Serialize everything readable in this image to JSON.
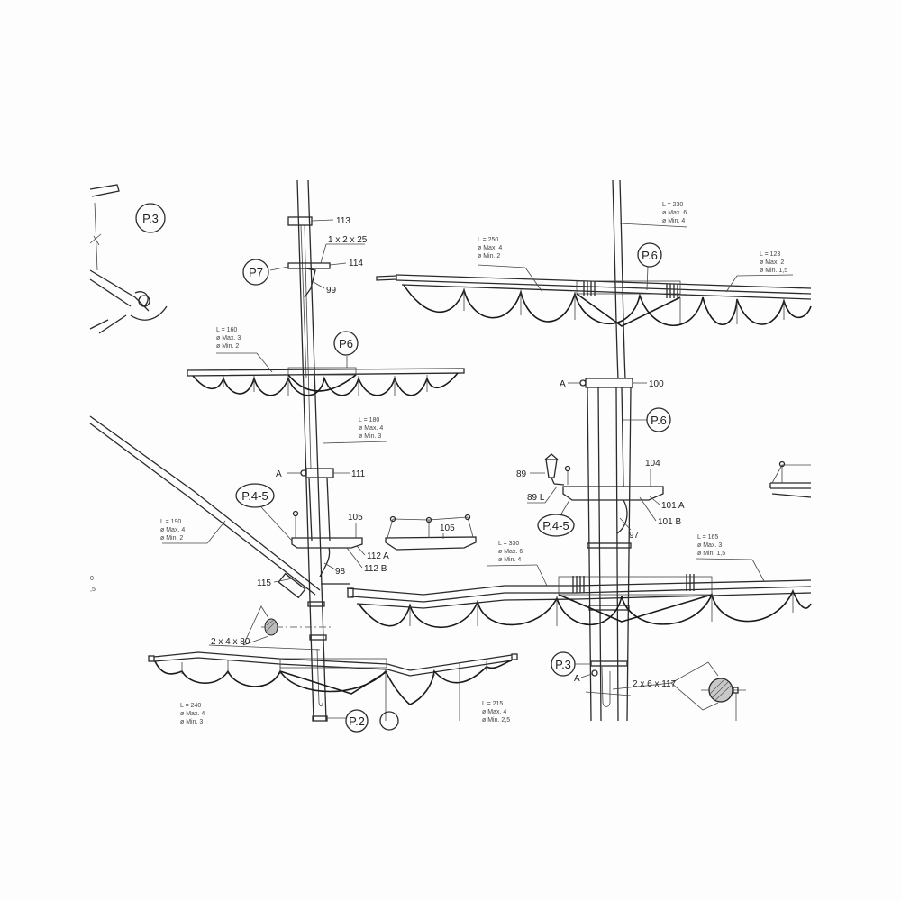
{
  "drawing": {
    "refs": {
      "p3_top": "P.3",
      "p7": "P7",
      "p6_left": "P6",
      "p6_right_yard": "P.6",
      "p6_right_mast": "P.6",
      "p45_left": "P.4-5",
      "p45_right": "P.4-5",
      "p3_bottom": "P.3",
      "p2_bottom": "P.2"
    },
    "parts": {
      "n113": "113",
      "n114": "114",
      "n99": "99",
      "dim_1x2x25": "1 x 2 x 25",
      "n111": "111",
      "a_left": "A",
      "n105_platform": "105",
      "n105_detail": "105",
      "n112a": "112 A",
      "n112b": "112 B",
      "n98": "98",
      "n115": "115",
      "n100": "100",
      "a_right": "A",
      "n104": "104",
      "n89": "89",
      "n89l": "89 L",
      "n101a": "101 A",
      "n101b": "101 B",
      "n97": "97",
      "a_bottom": "A",
      "dim_2x4x80": "2 x 4 x 80",
      "dim_2x6x117": "2 x 6 x 117"
    },
    "specs": [
      {
        "L": "L = 160",
        "max": "ø Max. 3",
        "min": "ø Min. 2"
      },
      {
        "L": "L = 180",
        "max": "ø Max. 4",
        "min": "ø Min. 3"
      },
      {
        "L": "L = 190",
        "max": "ø Max. 4",
        "min": "ø Min. 2"
      },
      {
        "L": "L = 250",
        "max": "ø Max. 4",
        "min": "ø Min. 2"
      },
      {
        "L": "L = 230",
        "max": "ø Max. 6",
        "min": "ø Min. 4"
      },
      {
        "L": "L = 123",
        "max": "ø Max. 2",
        "min": "ø Min. 1,5"
      },
      {
        "L": "L = 330",
        "max": "ø Max. 6",
        "min": "ø Min. 4"
      },
      {
        "L": "L = 165",
        "max": "ø Max. 3",
        "min": "ø Min. 1,5"
      },
      {
        "L": "L = 240",
        "max": "ø Max. 4",
        "min": "ø Min. 3"
      },
      {
        "L": "L = 215",
        "max": "ø Max. 4",
        "min": "ø Min. 2,5"
      }
    ],
    "edge_fragments": [
      "0",
      ",5"
    ]
  }
}
